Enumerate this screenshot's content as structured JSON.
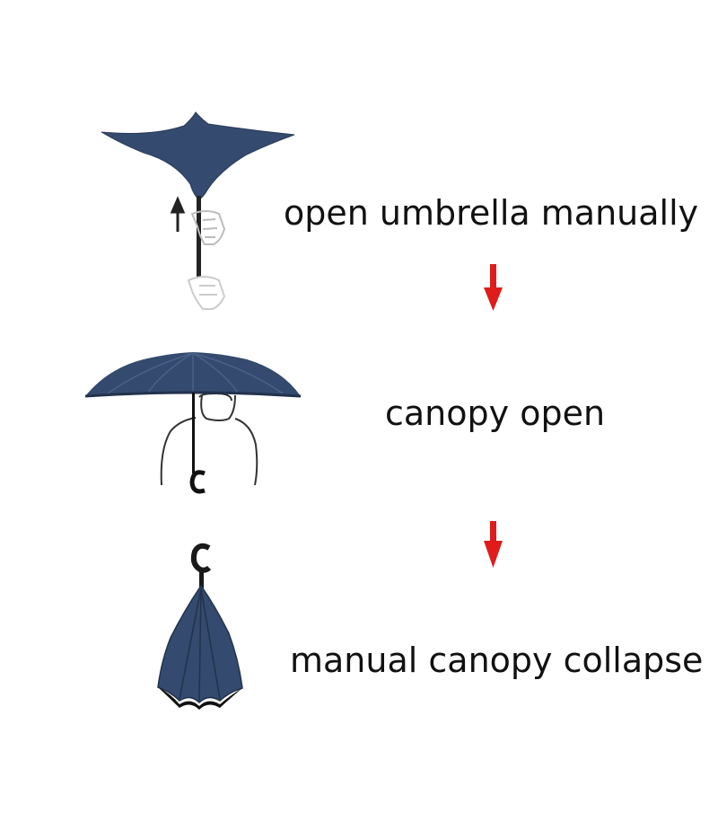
{
  "steps": [
    {
      "label": "open umbrella manually",
      "illustration": "umbrella-closed-upward-icon"
    },
    {
      "label": "canopy open",
      "illustration": "umbrella-open-icon"
    },
    {
      "label": "manual canopy collapse",
      "illustration": "umbrella-inverted-collapsed-icon"
    }
  ],
  "colors": {
    "canopy": "#344a6e",
    "canopy_dark": "#22324d",
    "arrow": "#e01b1b",
    "text": "#111111",
    "outline": "#444444"
  }
}
